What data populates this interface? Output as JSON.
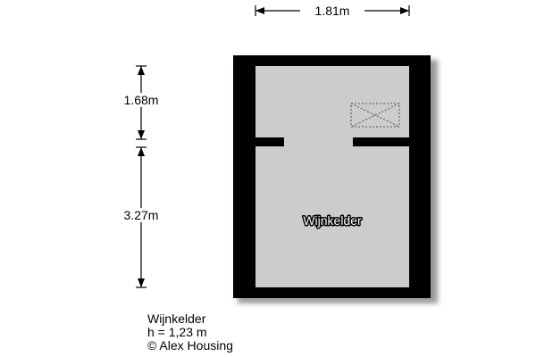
{
  "dimensions": {
    "width_top": "1.81m",
    "height_upper": "1.68m",
    "height_lower": "3.27m"
  },
  "room": {
    "label": "Wijnkelder"
  },
  "caption": {
    "room_name": "Wijnkelder",
    "height": "h = 1,23 m",
    "copyright": "© Alex Housing"
  },
  "colors": {
    "wall": "#000000",
    "floor": "#cccccc",
    "shadow": "#9a9a9a",
    "dimension_line": "#000000"
  }
}
